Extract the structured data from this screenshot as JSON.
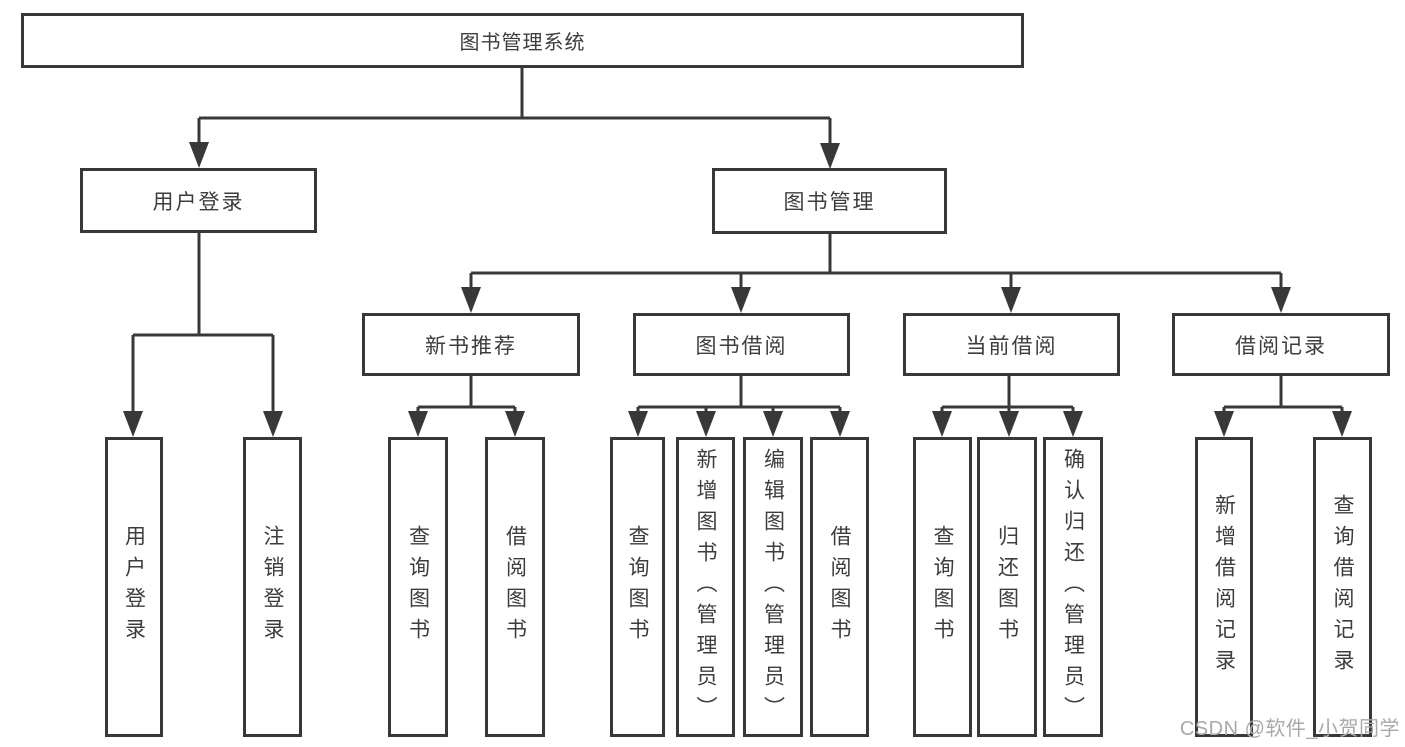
{
  "diagram": {
    "type": "hierarchy-tree",
    "colors": {
      "line": "#383838",
      "box_border": "#383838",
      "text": "#3d3d3d",
      "watermark": "#a9a9a9",
      "background": "#ffffff"
    },
    "tree": {
      "root": {
        "label": "图书管理系统",
        "children": [
          {
            "label": "用户登录",
            "children": [
              {
                "label": "用户登录"
              },
              {
                "label": "注销登录"
              }
            ]
          },
          {
            "label": "图书管理",
            "children": [
              {
                "label": "新书推荐",
                "children": [
                  {
                    "label": "查询图书"
                  },
                  {
                    "label": "借阅图书"
                  }
                ]
              },
              {
                "label": "图书借阅",
                "children": [
                  {
                    "label": "查询图书"
                  },
                  {
                    "label": "新增图书（管理员）"
                  },
                  {
                    "label": "编辑图书（管理员）"
                  },
                  {
                    "label": "借阅图书"
                  }
                ]
              },
              {
                "label": "当前借阅",
                "children": [
                  {
                    "label": "查询图书"
                  },
                  {
                    "label": "归还图书"
                  },
                  {
                    "label": "确认归还（管理员）"
                  }
                ]
              },
              {
                "label": "借阅记录",
                "children": [
                  {
                    "label": "新增借阅记录"
                  },
                  {
                    "label": "查询借阅记录"
                  }
                ]
              }
            ]
          }
        ]
      }
    },
    "watermark": {
      "text": "CSDN @软件_小贺同学"
    }
  }
}
